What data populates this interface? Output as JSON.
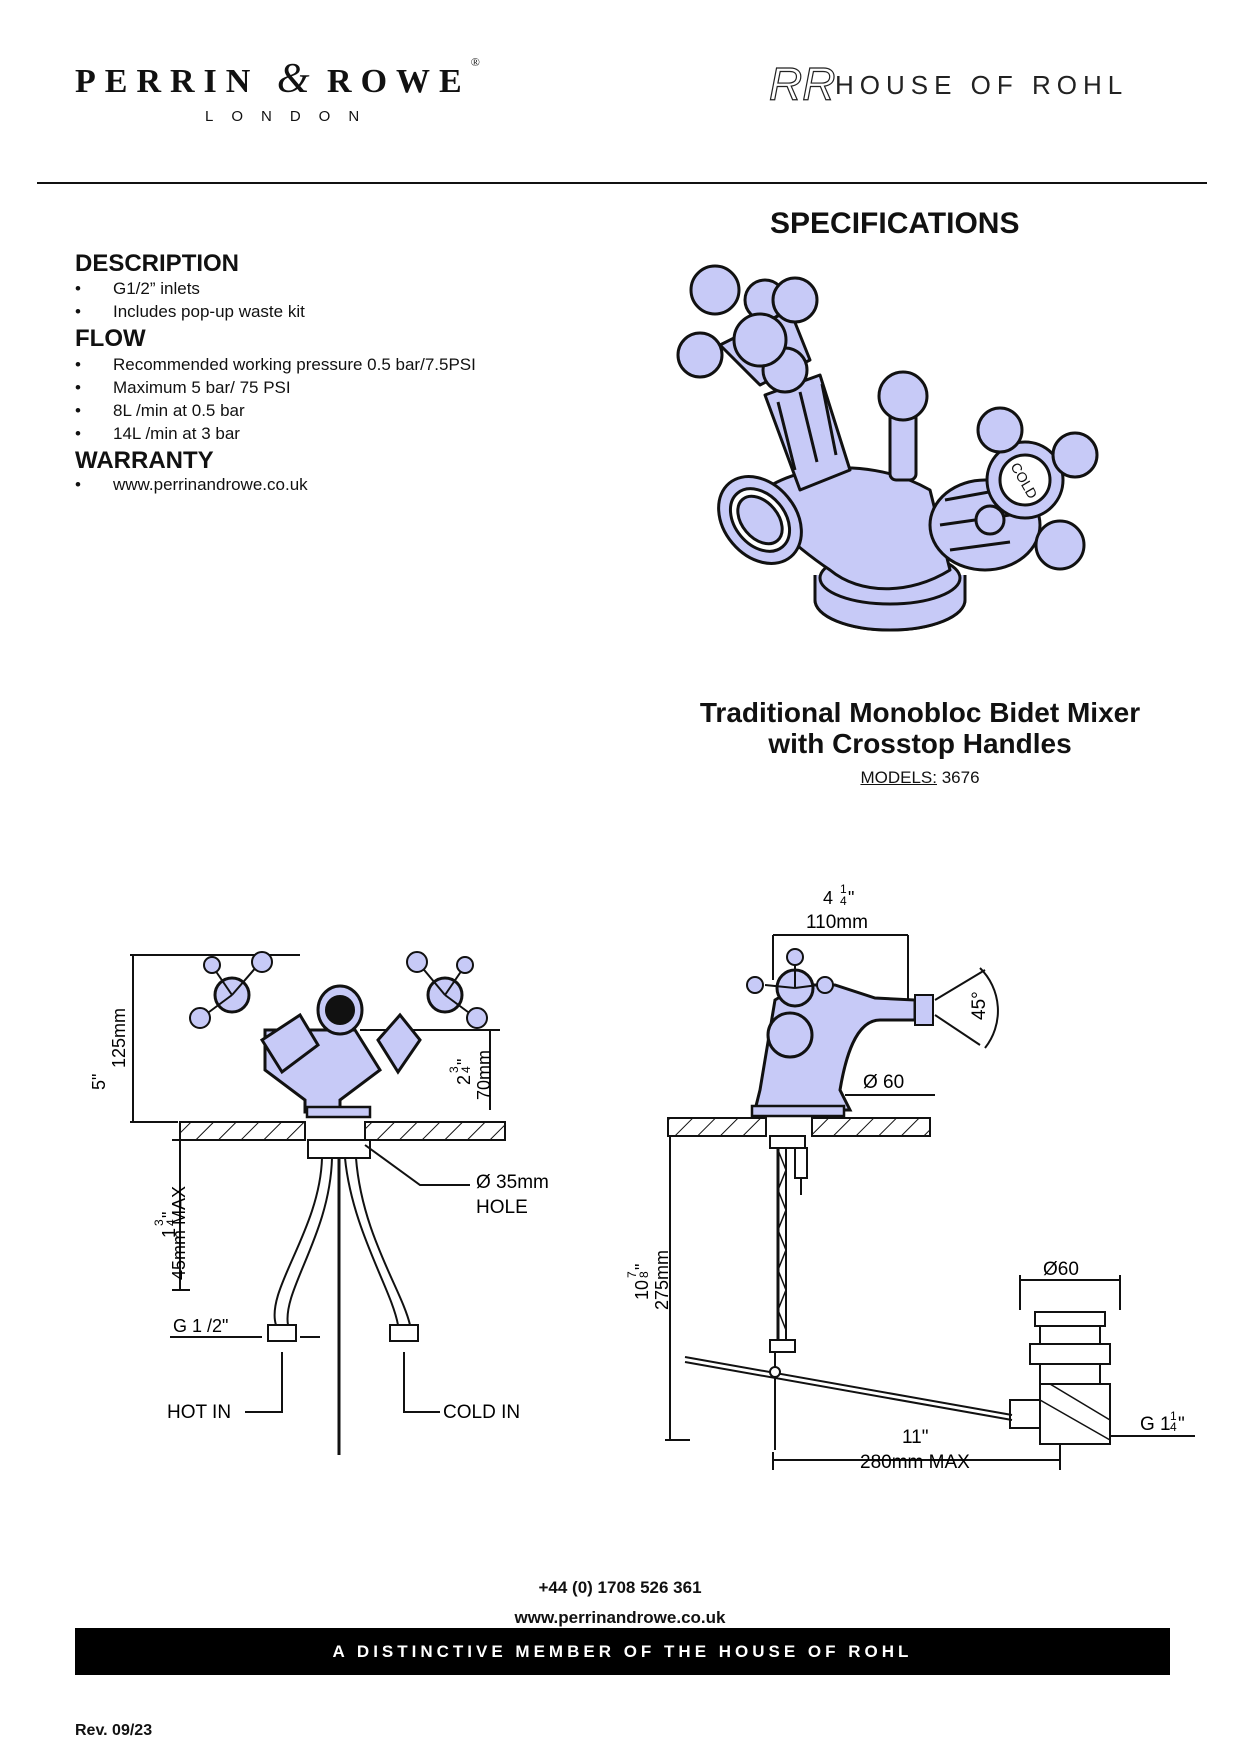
{
  "header": {
    "brand_name": "PERRIN & ROWE",
    "brand_part1": "PERRIN",
    "brand_amp": "&",
    "brand_part2": "ROWE",
    "brand_reg": "®",
    "brand_sub": "LONDON",
    "rohl_monogram": "RR",
    "rohl_text": "HOUSE OF ROHL"
  },
  "page_title": "SPECIFICATIONS",
  "sections": {
    "description": {
      "heading": "DESCRIPTION",
      "items": [
        "G1/2” inlets",
        "Includes pop-up waste kit"
      ]
    },
    "flow": {
      "heading": "FLOW",
      "items": [
        "Recommended working pressure 0.5 bar/7.5PSI",
        "Maximum 5 bar/ 75 PSI",
        "8L /min at 0.5 bar",
        "14L /min at 3 bar"
      ]
    },
    "warranty": {
      "heading": "WARRANTY",
      "items": [
        "www.perrinandrowe.co.uk"
      ]
    }
  },
  "product": {
    "title_line1": "Traditional Monobloc Bidet Mixer",
    "title_line2": "with Crosstop Handles",
    "models_label": "MODELS:",
    "models_value": "3676",
    "cold_label": "COLD"
  },
  "front_drawing": {
    "height_in": "5\"",
    "height_mm": "125mm",
    "body_in_whole": "2",
    "body_in_frac_num": "3",
    "body_in_frac_den": "4",
    "body_in_unit": "\"",
    "body_mm": "70mm",
    "deck_in_whole": "1",
    "deck_in_frac_num": "3",
    "deck_in_frac_den": "4",
    "deck_in_unit": "\"",
    "deck_max": "45mm MAX",
    "hole_dia": "Ø 35mm",
    "hole_label": "HOLE",
    "inlet_thread": "G 1 /2\"",
    "hot_label": "HOT IN",
    "cold_label": "COLD IN"
  },
  "side_drawing": {
    "width_in_whole": "4",
    "width_in_frac_num": "1",
    "width_in_frac_den": "4",
    "width_in_unit": "\"",
    "width_mm": "110mm",
    "angle": "45°",
    "base_dia": "Ø 60",
    "depth_in_whole": "10",
    "depth_in_frac_num": "7",
    "depth_in_frac_den": "8",
    "depth_in_unit": "\"",
    "depth_mm": "275mm",
    "waste_dia": "Ø60",
    "waste_thread_whole": "G 1",
    "waste_thread_num": "1",
    "waste_thread_den": "4",
    "waste_thread_unit": "\"",
    "reach_in": "11\"",
    "reach_mm": "280mm MAX"
  },
  "footer": {
    "phone": "+44 (0) 1708 526 361",
    "website": "www.perrinandrowe.co.uk",
    "band_text": "A DISTINCTIVE MEMBER OF THE HOUSE OF ROHL",
    "revision": "Rev. 09/23"
  },
  "colors": {
    "product_fill": "#c7caf7",
    "ink": "#111111",
    "band": "#000000"
  }
}
